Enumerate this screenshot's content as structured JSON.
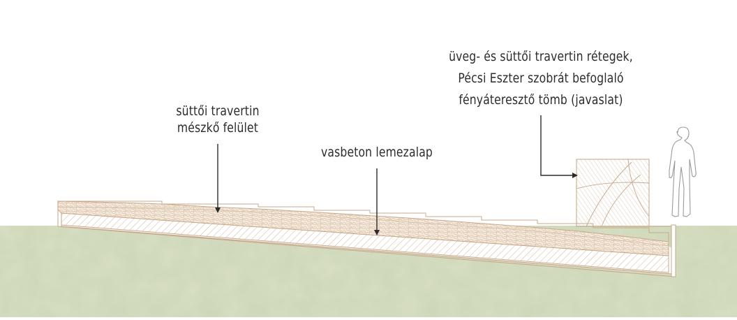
{
  "labels": {
    "surface": {
      "line1": "süttői travertin",
      "line2": "mészkő felület"
    },
    "slab": "vasbeton lemezalap",
    "block": {
      "line1": "üveg- és süttői travertin rétegek,",
      "line2": "Pécsi Eszter szobrát befoglaló",
      "line3": "fényáteresztő tömb (javaslat)"
    }
  },
  "colors": {
    "background": "#ffffff",
    "ground": "#d8dfc3",
    "section_line": "#c9a98c",
    "hatch": "#d2b49a",
    "gravel": "#e6d4bf",
    "leader_line": "#2b2b2b",
    "text": "#2b2b2b",
    "figure_outline": "#9a9a9a"
  }
}
